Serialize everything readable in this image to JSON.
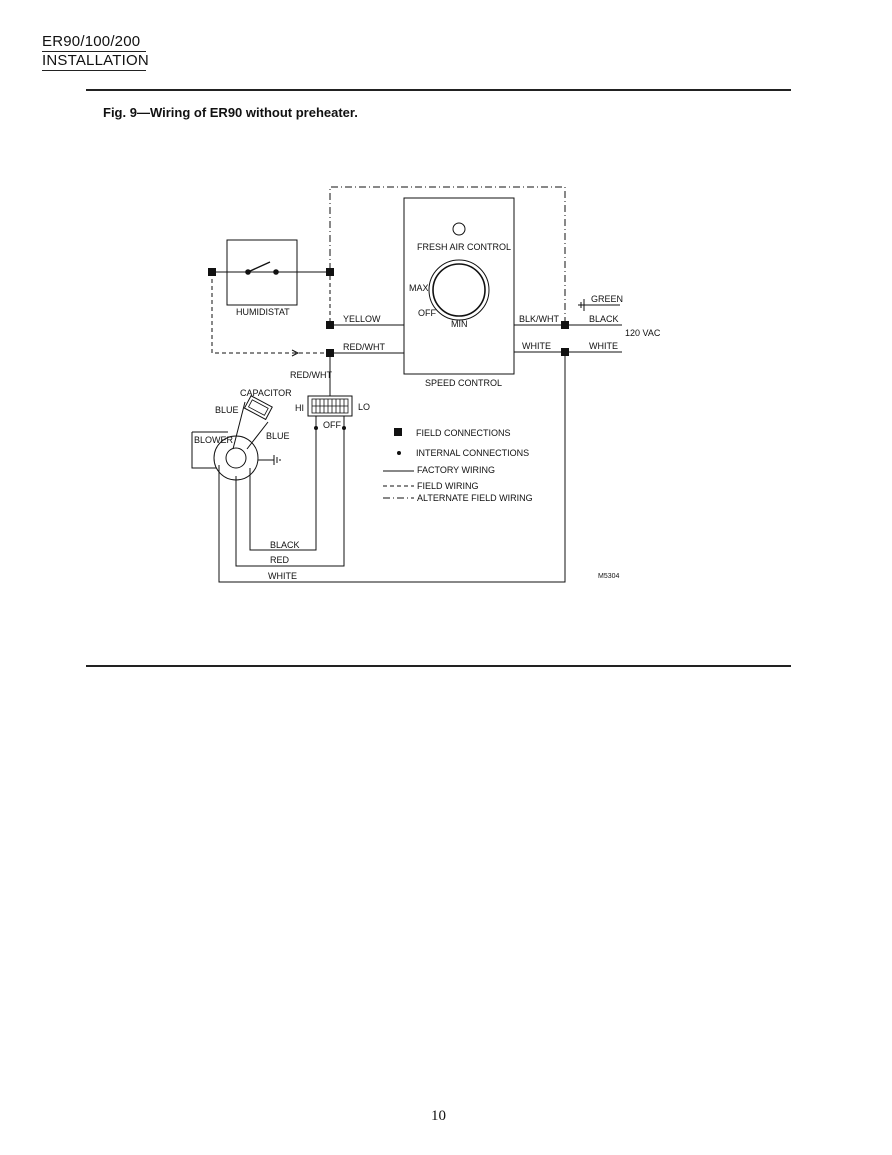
{
  "header": {
    "model": "ER90/100/200",
    "section": "INSTALLATION"
  },
  "figure": {
    "title": "Fig. 9—Wiring of ER90 without preheater."
  },
  "components": {
    "humidistat": "HUMIDISTAT",
    "fresh_air_control": "FRESH AIR CONTROL",
    "speed_control": "SPEED CONTROL",
    "max": "MAX",
    "min": "MIN",
    "off": "OFF",
    "capacitor": "CAPACITOR",
    "blower": "BLOWER",
    "hi": "HI",
    "lo": "LO",
    "switch_off": "OFF",
    "supply": "120 VAC"
  },
  "wires": {
    "yellow": "YELLOW",
    "red_wht_top": "RED/WHT",
    "red_wht_side": "RED/WHT",
    "blk_wht": "BLK/WHT",
    "white_ctrl": "WHITE",
    "white_supply": "WHITE",
    "black_supply": "BLACK",
    "green": "GREEN",
    "blue_cap_left": "BLUE",
    "blue_cap_right": "BLUE",
    "black_bottom": "BLACK",
    "red_bottom": "RED",
    "white_bottom": "WHITE"
  },
  "legend": {
    "field_connections": "FIELD CONNECTIONS",
    "internal_connections": "INTERNAL CONNECTIONS",
    "factory_wiring": "FACTORY WIRING",
    "field_wiring": "FIELD WIRING",
    "alternate_field_wiring": "ALTERNATE FIELD WIRING"
  },
  "drawing_number": "M5304",
  "page_number": "10"
}
